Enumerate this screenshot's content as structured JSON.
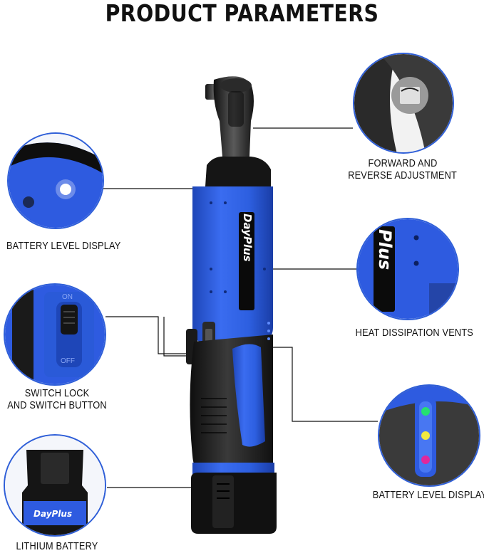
{
  "title": "PRODUCT PARAMETERS",
  "brand": "DayPlus",
  "callouts": {
    "top_left": "BATTERY LEVEL DISPLAY",
    "top_right_line1": "FORWARD AND",
    "top_right_line2": "REVERSE ADJUSTMENT",
    "mid_right": "HEAT DISSIPATION VENTS",
    "mid_left_line1": "SWITCH LOCK",
    "mid_left_line2": "AND SWITCH BUTTON",
    "bottom_right": "BATTERY LEVEL DISPLAY",
    "bottom_left": "LITHIUM BATTERY"
  },
  "switch_labels": {
    "on": "ON",
    "off": "OFF"
  },
  "battery_brand": "DayPlus",
  "colors": {
    "accent_blue": "#2f5fd8",
    "tool_blue": "#2d5fe0",
    "dark": "#1a1a1a"
  }
}
